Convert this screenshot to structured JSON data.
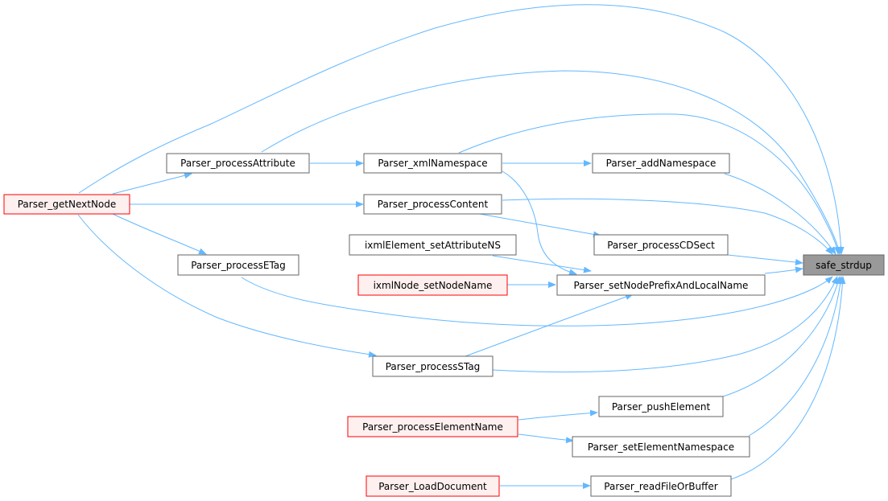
{
  "colors": {
    "edge": "#63b8ff",
    "node_fill": "#ffffff",
    "node_border": "#666666",
    "root_fill": "#999999",
    "root_border": "#666666",
    "truncated_fill": "#fff0f0",
    "truncated_border": "#ff0000"
  },
  "nodes": {
    "safe_strdup": {
      "label": "safe_strdup",
      "style": "root"
    },
    "getNextNode": {
      "label": "Parser_getNextNode",
      "style": "truncated"
    },
    "processAttribute": {
      "label": "Parser_processAttribute",
      "style": "normal"
    },
    "xmlNamespace": {
      "label": "Parser_xmlNamespace",
      "style": "normal"
    },
    "addNamespace": {
      "label": "Parser_addNamespace",
      "style": "normal"
    },
    "processContent": {
      "label": "Parser_processContent",
      "style": "normal"
    },
    "processCDSect": {
      "label": "Parser_processCDSect",
      "style": "normal"
    },
    "ixmlElementSetAttributeNS": {
      "label": "ixmlElement_setAttributeNS",
      "style": "normal"
    },
    "processETag": {
      "label": "Parser_processETag",
      "style": "normal"
    },
    "ixmlNodeSetNodeName": {
      "label": "ixmlNode_setNodeName",
      "style": "truncated"
    },
    "setNodePrefixAndLocalName": {
      "label": "Parser_setNodePrefixAndLocalName",
      "style": "normal"
    },
    "processSTag": {
      "label": "Parser_processSTag",
      "style": "normal"
    },
    "pushElement": {
      "label": "Parser_pushElement",
      "style": "normal"
    },
    "processElementName": {
      "label": "Parser_processElementName",
      "style": "truncated"
    },
    "setElementNamespace": {
      "label": "Parser_setElementNamespace",
      "style": "normal"
    },
    "loadDocument": {
      "label": "Parser_LoadDocument",
      "style": "truncated"
    },
    "readFileOrBuffer": {
      "label": "Parser_readFileOrBuffer",
      "style": "normal"
    }
  },
  "edges": [
    {
      "from": "getNextNode",
      "to": "safe_strdup"
    },
    {
      "from": "processAttribute",
      "to": "safe_strdup"
    },
    {
      "from": "xmlNamespace",
      "to": "safe_strdup"
    },
    {
      "from": "addNamespace",
      "to": "safe_strdup"
    },
    {
      "from": "processContent",
      "to": "safe_strdup"
    },
    {
      "from": "processCDSect",
      "to": "safe_strdup"
    },
    {
      "from": "setNodePrefixAndLocalName",
      "to": "safe_strdup"
    },
    {
      "from": "processETag",
      "to": "safe_strdup"
    },
    {
      "from": "processSTag",
      "to": "safe_strdup"
    },
    {
      "from": "pushElement",
      "to": "safe_strdup"
    },
    {
      "from": "setElementNamespace",
      "to": "safe_strdup"
    },
    {
      "from": "readFileOrBuffer",
      "to": "safe_strdup"
    },
    {
      "from": "getNextNode",
      "to": "processAttribute"
    },
    {
      "from": "processAttribute",
      "to": "xmlNamespace"
    },
    {
      "from": "xmlNamespace",
      "to": "addNamespace"
    },
    {
      "from": "getNextNode",
      "to": "processContent"
    },
    {
      "from": "processContent",
      "to": "processCDSect"
    },
    {
      "from": "xmlNamespace",
      "to": "setNodePrefixAndLocalName"
    },
    {
      "from": "ixmlElementSetAttributeNS",
      "to": "setNodePrefixAndLocalName"
    },
    {
      "from": "ixmlNodeSetNodeName",
      "to": "setNodePrefixAndLocalName"
    },
    {
      "from": "processSTag",
      "to": "setNodePrefixAndLocalName"
    },
    {
      "from": "getNextNode",
      "to": "processETag"
    },
    {
      "from": "getNextNode",
      "to": "processSTag"
    },
    {
      "from": "processElementName",
      "to": "pushElement"
    },
    {
      "from": "processElementName",
      "to": "setElementNamespace"
    },
    {
      "from": "loadDocument",
      "to": "readFileOrBuffer"
    }
  ]
}
